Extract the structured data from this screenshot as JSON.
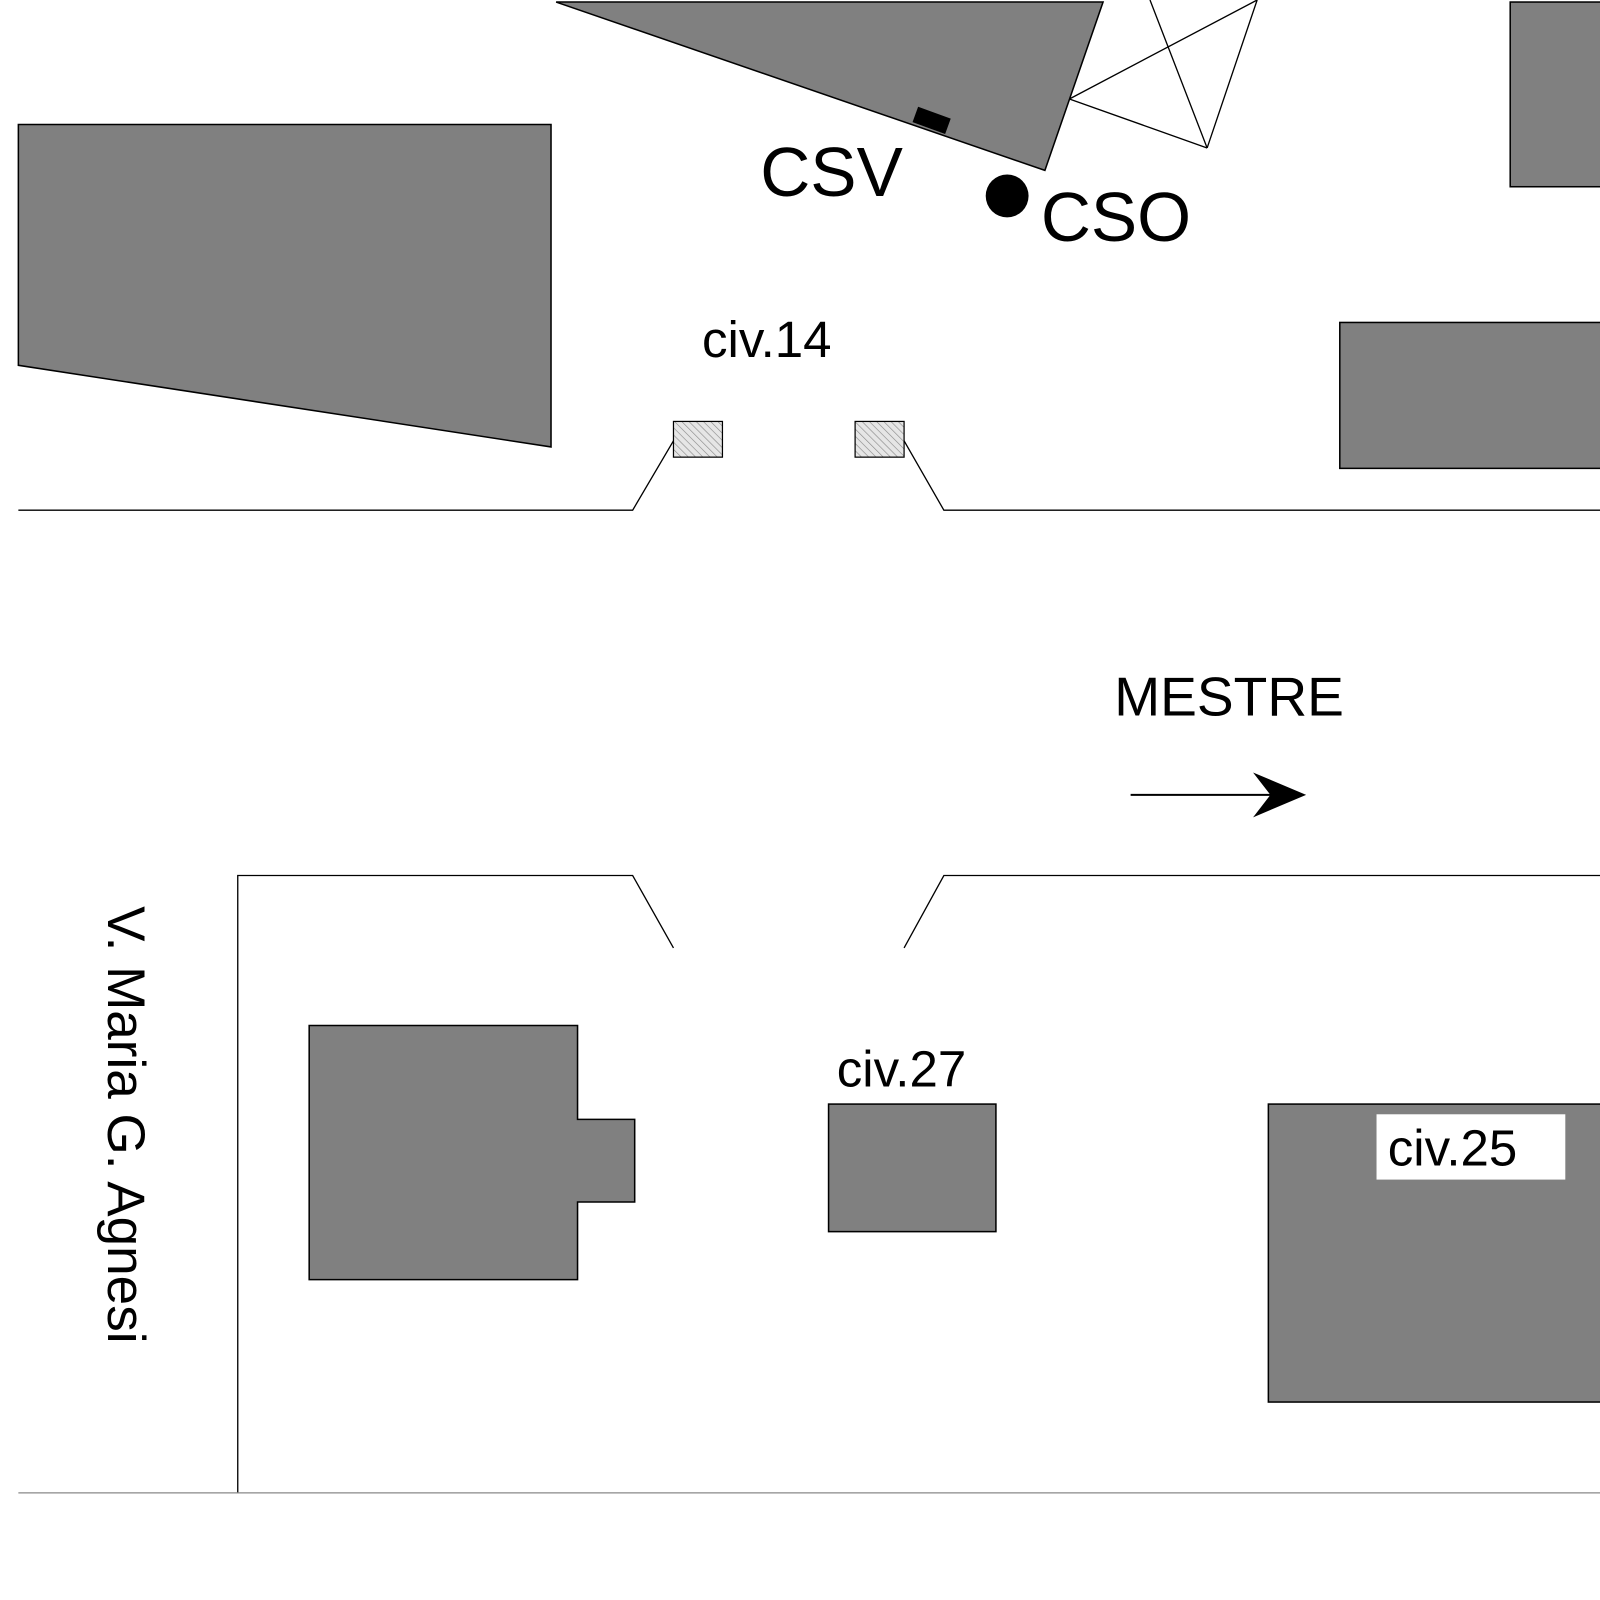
{
  "labels": {
    "csv": "CSV",
    "cso": "CSO",
    "civ14": "civ.14",
    "civ27": "civ.27",
    "civ25": "civ.25",
    "direction": "MESTRE",
    "street": "V. Maria G. Agnesi"
  },
  "colors": {
    "building": "#808080",
    "line": "#000000"
  }
}
